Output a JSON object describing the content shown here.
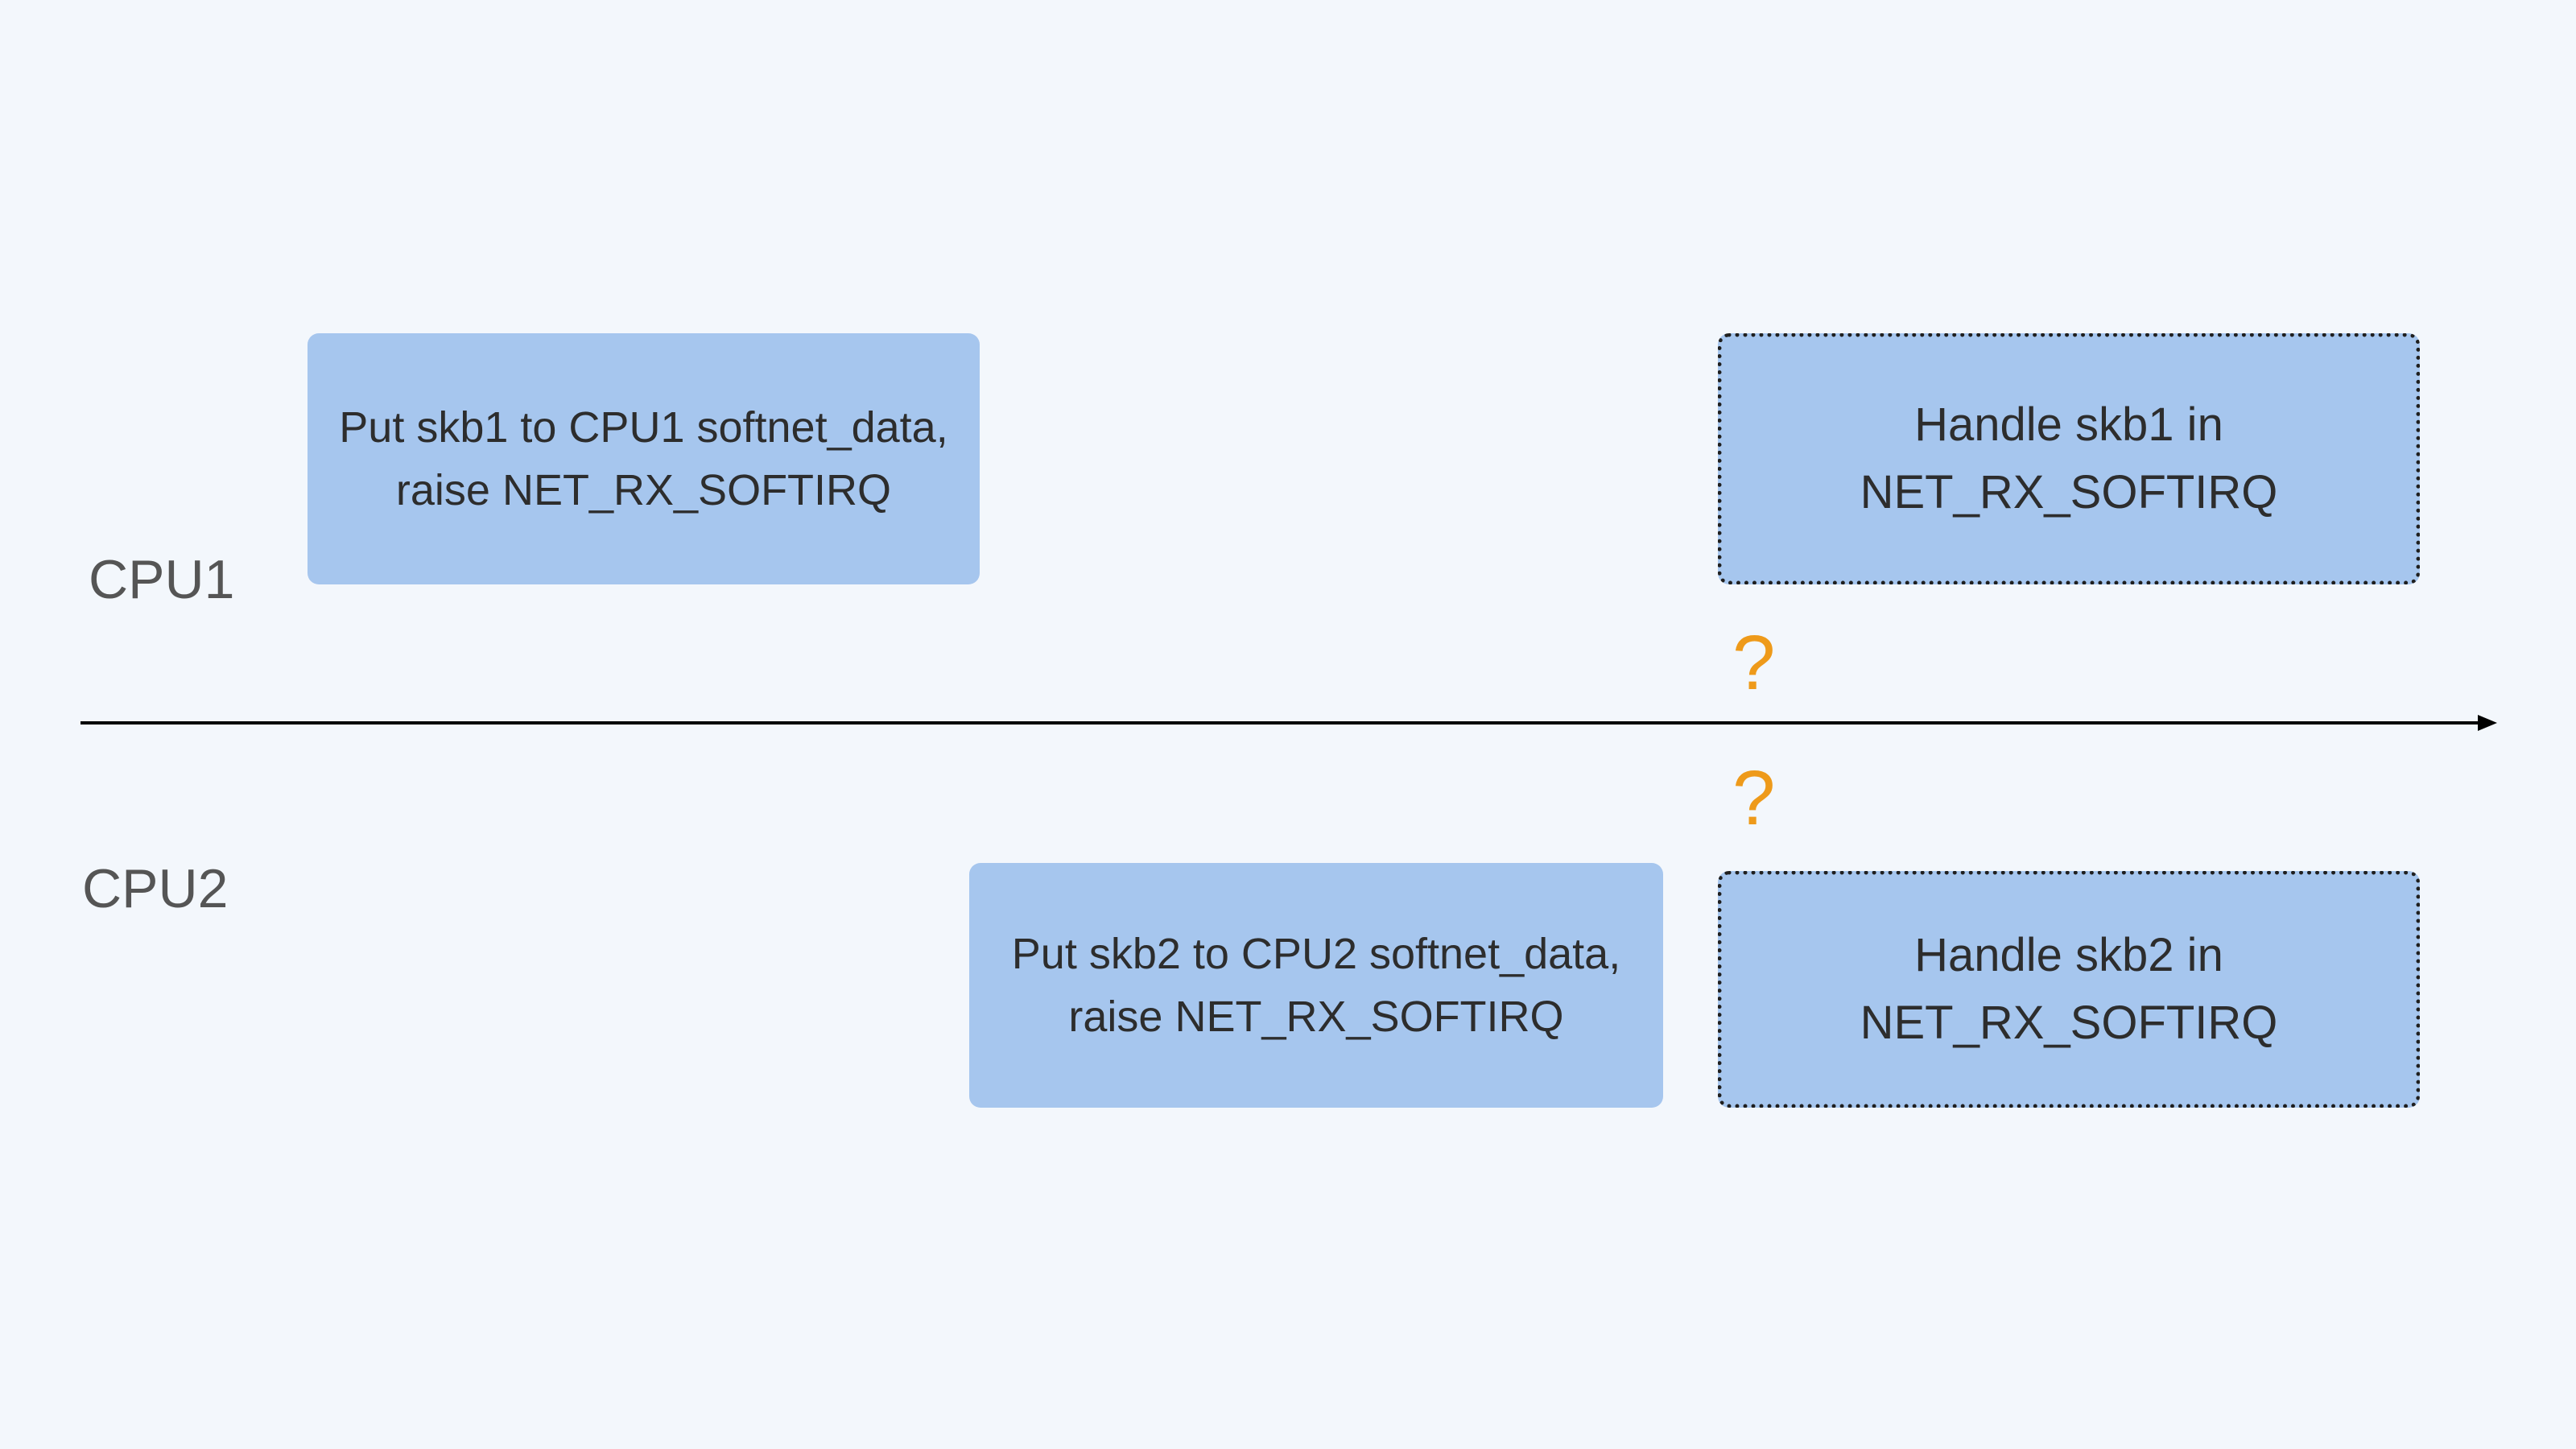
{
  "lanes": {
    "cpu1": "CPU1",
    "cpu2": "CPU2"
  },
  "boxes": {
    "cpu1_put": {
      "line1": "Put skb1 to CPU1 softnet_data,",
      "line2": "raise NET_RX_SOFTIRQ"
    },
    "cpu1_handle": {
      "line1": "Handle skb1 in",
      "line2": "NET_RX_SOFTIRQ"
    },
    "cpu2_put": {
      "line1": "Put skb2 to CPU2 softnet_data,",
      "line2": "raise NET_RX_SOFTIRQ"
    },
    "cpu2_handle": {
      "line1": "Handle skb2 in",
      "line2": "NET_RX_SOFTIRQ"
    }
  },
  "markers": {
    "cpu1_question": "?",
    "cpu2_question": "?"
  },
  "colors": {
    "background": "#f3f7fc",
    "box_fill": "#a6c6ee",
    "question": "#ee9a1a",
    "timeline": "#000000"
  }
}
